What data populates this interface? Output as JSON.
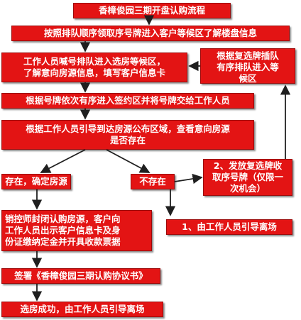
{
  "diagram": {
    "title": "香樟俊园三期开盘认购流程",
    "steps": {
      "step1": "按照排队顺序领取序号牌进入客户等候区了解楼盘信息",
      "step2": "工作人员喊号排队进入选房等候区，\n了解意向房源信息，填写客户信息卡",
      "step3": "根据号牌依次有序进入签约区并将号牌交给工作人员",
      "step4": "根据工作人员引导到达房源公布区域，查看意向房源\n是否存在",
      "exists": "存在，确定房源",
      "not_exists": "不存在",
      "sales": "销控师封闭认购房源，客户向\n工作人员出示客户信息卡及身\n份证缴纳定金并开具收款票据",
      "sign": "签署《香樟俊园三期认购协议书》",
      "done": "选房成功，由工作人员引导离场",
      "reselect": "2、发放复选牌收\n取序号牌（仅限一\n次机会）",
      "leave": "1、由工作人员引导离场",
      "requeue": "根据复选牌插队\n有序排队进入等\n候区"
    },
    "colors": {
      "box": "#e31414",
      "arrow": "#1f1f1f"
    }
  }
}
